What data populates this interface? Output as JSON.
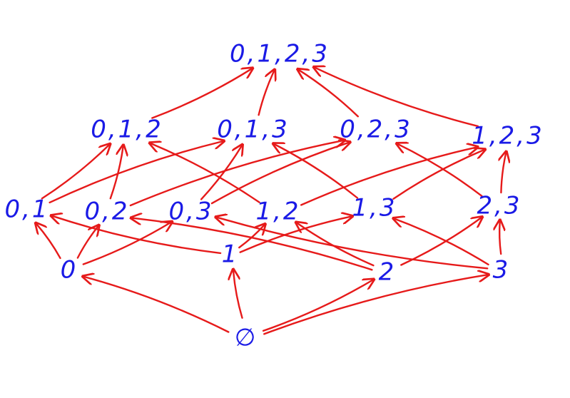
{
  "colors": {
    "node": "#1a1ae6",
    "edge": "#e61a1a",
    "background": "#ffffff"
  },
  "nodes": [
    {
      "id": "empty",
      "label": "∅"
    },
    {
      "id": "s0",
      "label": "0"
    },
    {
      "id": "s1",
      "label": "1"
    },
    {
      "id": "s2",
      "label": "2"
    },
    {
      "id": "s3",
      "label": "3"
    },
    {
      "id": "s01",
      "label": "0,1"
    },
    {
      "id": "s02",
      "label": "0,2"
    },
    {
      "id": "s03",
      "label": "0,3"
    },
    {
      "id": "s12",
      "label": "1,2"
    },
    {
      "id": "s13",
      "label": "1,3"
    },
    {
      "id": "s23",
      "label": "2,3"
    },
    {
      "id": "s012",
      "label": "0,1,2"
    },
    {
      "id": "s013",
      "label": "0,1,3"
    },
    {
      "id": "s023",
      "label": "0,2,3"
    },
    {
      "id": "s123",
      "label": "1,2,3"
    },
    {
      "id": "s0123",
      "label": "0,1,2,3"
    }
  ],
  "edges": [
    {
      "from": "empty",
      "to": "s0"
    },
    {
      "from": "empty",
      "to": "s1"
    },
    {
      "from": "empty",
      "to": "s2"
    },
    {
      "from": "empty",
      "to": "s3"
    },
    {
      "from": "s0",
      "to": "s01"
    },
    {
      "from": "s0",
      "to": "s02"
    },
    {
      "from": "s0",
      "to": "s03"
    },
    {
      "from": "s1",
      "to": "s01"
    },
    {
      "from": "s1",
      "to": "s12"
    },
    {
      "from": "s1",
      "to": "s13"
    },
    {
      "from": "s2",
      "to": "s02"
    },
    {
      "from": "s2",
      "to": "s12"
    },
    {
      "from": "s2",
      "to": "s23"
    },
    {
      "from": "s3",
      "to": "s03"
    },
    {
      "from": "s3",
      "to": "s13"
    },
    {
      "from": "s3",
      "to": "s23"
    },
    {
      "from": "s01",
      "to": "s012"
    },
    {
      "from": "s01",
      "to": "s013"
    },
    {
      "from": "s02",
      "to": "s012"
    },
    {
      "from": "s02",
      "to": "s023"
    },
    {
      "from": "s03",
      "to": "s013"
    },
    {
      "from": "s03",
      "to": "s023"
    },
    {
      "from": "s12",
      "to": "s012"
    },
    {
      "from": "s12",
      "to": "s123"
    },
    {
      "from": "s13",
      "to": "s013"
    },
    {
      "from": "s13",
      "to": "s123"
    },
    {
      "from": "s23",
      "to": "s023"
    },
    {
      "from": "s23",
      "to": "s123"
    },
    {
      "from": "s012",
      "to": "s0123"
    },
    {
      "from": "s013",
      "to": "s0123"
    },
    {
      "from": "s023",
      "to": "s0123"
    },
    {
      "from": "s123",
      "to": "s0123"
    }
  ]
}
